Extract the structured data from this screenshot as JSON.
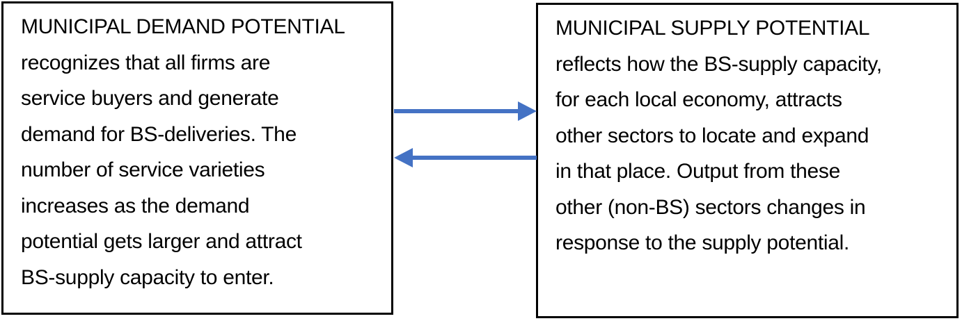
{
  "canvas": {
    "background": "#ffffff"
  },
  "colors": {
    "arrow": "#4472C4",
    "box_border": "#000000",
    "text": "#000000"
  },
  "demand_box": {
    "lines": [
      "MUNICIPAL DEMAND POTENTIAL",
      "recognizes that all firms are",
      "service buyers and generate",
      "demand for BS-deliveries. The",
      "number of service varieties",
      "increases as the demand",
      "potential gets larger and attract",
      "BS-supply capacity to enter."
    ]
  },
  "supply_box": {
    "lines": [
      "MUNICIPAL SUPPLY POTENTIAL",
      "reflects how the BS-supply capacity,",
      "for each local economy, attracts",
      "other sectors to locate and expand",
      "in that place. Output from these",
      "other (non-BS) sectors changes in",
      "response to the supply potential."
    ]
  },
  "arrows": {
    "right": {
      "name": "demand-to-supply",
      "direction": "right"
    },
    "left": {
      "name": "supply-to-demand",
      "direction": "left"
    }
  }
}
